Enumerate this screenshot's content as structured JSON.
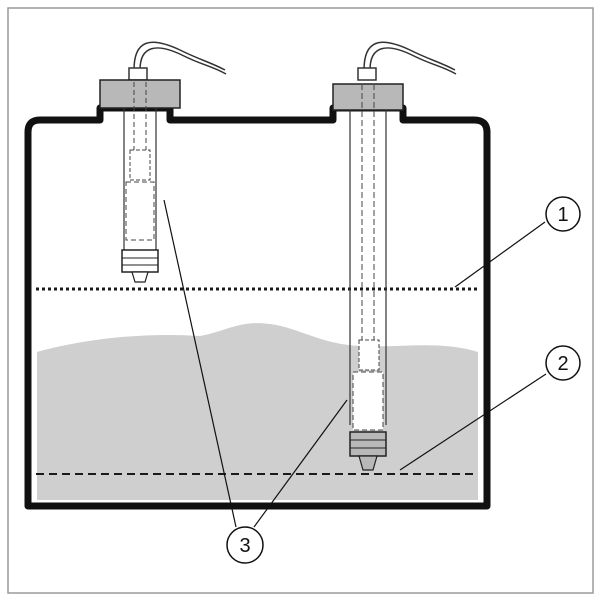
{
  "callouts": [
    {
      "id": "1",
      "label": "1"
    },
    {
      "id": "2",
      "label": "2"
    },
    {
      "id": "3",
      "label": "3"
    }
  ],
  "colors": {
    "frame": "#9a9a9a",
    "tank_outline": "#111111",
    "liquid": "#cfcfcf",
    "sensor_cap": "#b8b8b8",
    "line": "#1a1a1a"
  },
  "icons": {
    "tank": "tank-icon",
    "sensor_short": "level-sensor-icon",
    "sensor_long": "level-sensor-icon"
  }
}
